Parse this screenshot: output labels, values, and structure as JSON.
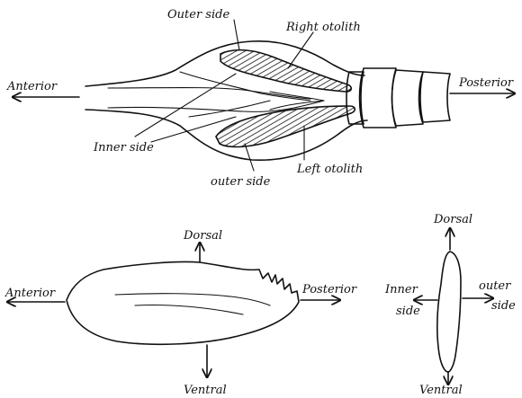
{
  "top_diagram": {
    "labels": {
      "outer_side_top": "Outer side",
      "right_otolith": "Right otolith",
      "anterior": "Anterior",
      "posterior": "Posterior",
      "inner_side": "Inner side",
      "outer_side_bottom": "outer side",
      "left_otolith": "Left otolith"
    }
  },
  "lateral_view": {
    "labels": {
      "dorsal": "Dorsal",
      "anterior": "Anterior",
      "posterior": "Posterior",
      "ventral": "Ventral"
    }
  },
  "cross_section": {
    "labels": {
      "dorsal": "Dorsal",
      "inner": "Inner",
      "inner_side": "side",
      "outer": "outer",
      "outer_side": "side",
      "ventral": "Ventral"
    }
  }
}
